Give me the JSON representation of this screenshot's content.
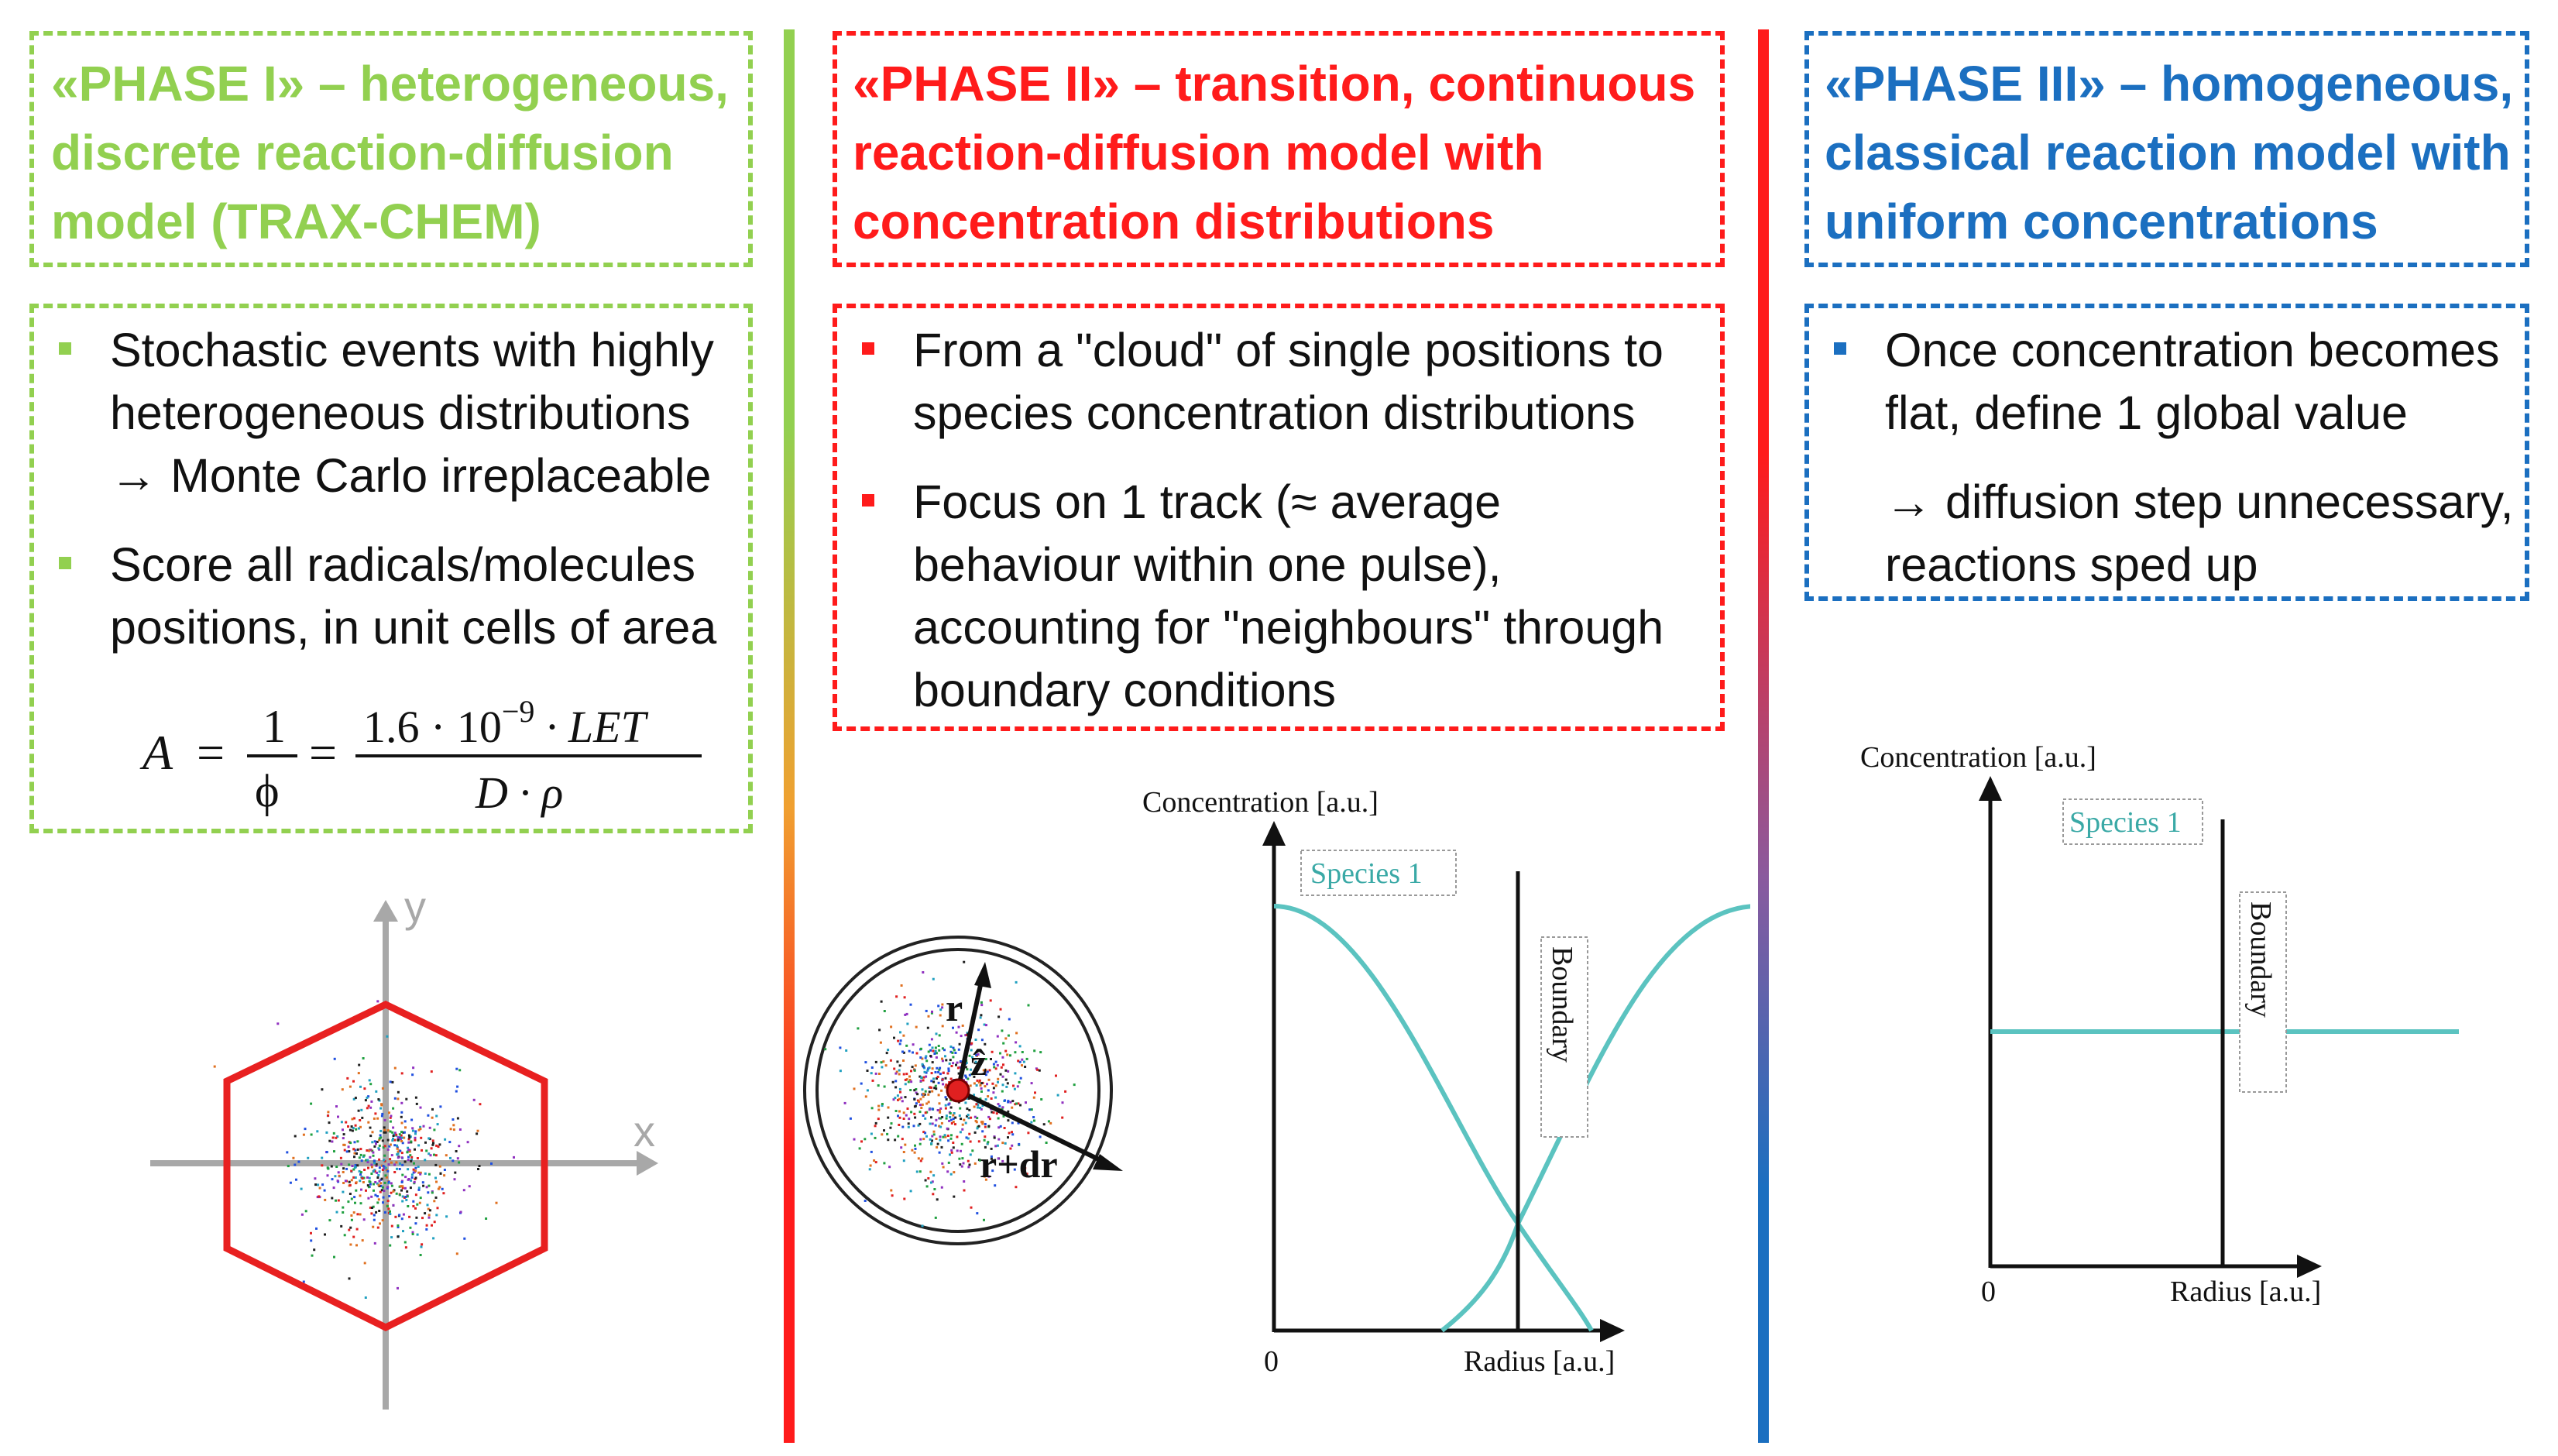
{
  "colors": {
    "phase1": "#92D050",
    "phase2": "#FF1B1B",
    "phase3": "#1B6FC0",
    "species": "#5BC3C0",
    "hexagon": "#E82020",
    "axis_gray": "#A8A8A8"
  },
  "phase1": {
    "title_lines": [
      "«PHASE I» – heterogeneous,",
      "discrete reaction-diffusion",
      "model (TRAX-CHEM)"
    ],
    "bullet1": [
      "Stochastic events with highly",
      "heterogeneous distributions",
      "→ Monte Carlo irreplaceable"
    ],
    "bullet2": [
      "Score all radicals/molecules",
      "positions, in unit cells of area"
    ],
    "formula": {
      "lhs": "A",
      "eq": "=",
      "frac1_num": "1",
      "frac1_den": "ϕ",
      "frac2_num": "1.6 · 10",
      "exponent": "−9",
      "frac2_num_tail": " · LET",
      "frac2_den": "D · ρ"
    },
    "axes": {
      "x": "x",
      "y": "y"
    }
  },
  "phase2": {
    "title_lines": [
      "«PHASE II» – transition, continuous",
      "reaction-diffusion model with",
      "concentration distributions"
    ],
    "bullet1": [
      "From a \"cloud\" of single positions to",
      "species concentration distributions"
    ],
    "bullet2": [
      "Focus on 1 track (≈ average",
      "behaviour within one pulse),",
      "accounting for \"neighbours\" through",
      "boundary conditions"
    ],
    "track_labels": {
      "r": "r",
      "z": "ẑ",
      "rdr": "r+dr"
    },
    "chart": {
      "ylabel": "Concentration [a.u.]",
      "xlabel": "Radius [a.u.]",
      "origin": "0",
      "species": "Species 1",
      "boundary": "Boundary"
    }
  },
  "phase3": {
    "title_lines": [
      "«PHASE III» – homogeneous,",
      "classical reaction model with",
      "uniform concentrations"
    ],
    "bullet1": [
      "Once concentration becomes",
      "flat, define 1 global value"
    ],
    "bullet2": [
      "→ diffusion step unnecessary,",
      "reactions sped up"
    ],
    "chart": {
      "ylabel": "Concentration [a.u.]",
      "xlabel": "Radius [a.u.]",
      "origin": "0",
      "species": "Species 1",
      "boundary": "Boundary"
    }
  }
}
